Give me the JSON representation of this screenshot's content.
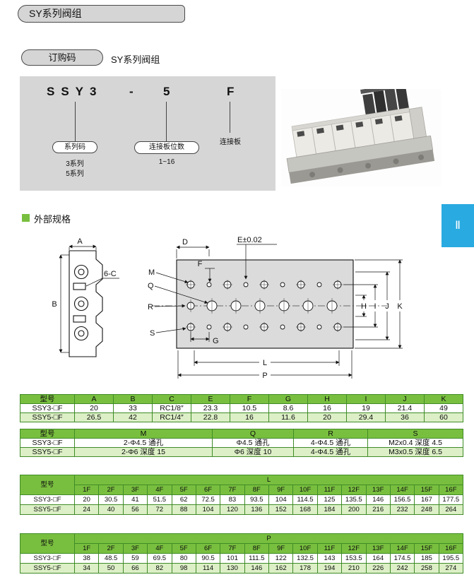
{
  "header": {
    "title": "SY系列阀组",
    "tab_marker": "Ⅱ"
  },
  "order": {
    "badge": "订购码",
    "title": "SY系列阀组",
    "code": {
      "series": "SSY3",
      "dash": "-",
      "positions": "5",
      "plate": "F"
    },
    "series_pill": "系列码",
    "series_options": [
      "3系列",
      "5系列"
    ],
    "positions_pill": "连接板位数",
    "positions_range": "1~16",
    "plate_label": "连接板"
  },
  "spec": {
    "title": "外部规格"
  },
  "drawing": {
    "left": {
      "a": "A",
      "b": "B",
      "c": "6-C"
    },
    "right": {
      "d": "D",
      "e": "E±0.02",
      "f": "F",
      "m": "M",
      "q": "Q",
      "r": "R",
      "s": "S",
      "g": "G",
      "h": "H",
      "i": "I",
      "j": "J",
      "k": "K",
      "l": "L",
      "p": "P"
    }
  },
  "tables": {
    "t1": {
      "header_rows": [
        [
          {
            "t": "型号"
          },
          {
            "t": "A"
          },
          {
            "t": "B"
          },
          {
            "t": "C"
          },
          {
            "t": "E"
          },
          {
            "t": "F"
          },
          {
            "t": "G"
          },
          {
            "t": "H"
          },
          {
            "t": "I"
          },
          {
            "t": "J"
          },
          {
            "t": "K"
          }
        ]
      ],
      "rows": [
        [
          "SSY3-□F",
          "20",
          "33",
          "RC1/8″",
          "23.3",
          "10.5",
          "8.6",
          "16",
          "19",
          "21.4",
          "49"
        ],
        [
          "SSY5-□F",
          "26.5",
          "42",
          "RC1/4″",
          "22.8",
          "16",
          "11.6",
          "20",
          "29.4",
          "36",
          "60"
        ]
      ]
    },
    "t2": {
      "header_rows": [
        [
          {
            "t": "型号"
          },
          {
            "t": "M"
          },
          {
            "t": "Q"
          },
          {
            "t": "R"
          },
          {
            "t": "S"
          }
        ]
      ],
      "rows": [
        [
          "SSY3-□F",
          "2-Φ4.5 通孔",
          "Φ4.5 通孔",
          "4-Φ4.5 通孔",
          "M2x0.4 深度 4.5"
        ],
        [
          "SSY5-□F",
          "2-Φ6 深度 15",
          "Φ6 深度 10",
          "4-Φ4.5 通孔",
          "M3x0.5 深度 6.5"
        ]
      ]
    },
    "t3": {
      "header_rows": [
        [
          {
            "t": "型号",
            "rs": 2
          },
          {
            "t": "L",
            "cs": 16
          }
        ],
        [
          {
            "t": "1F"
          },
          {
            "t": "2F"
          },
          {
            "t": "3F"
          },
          {
            "t": "4F"
          },
          {
            "t": "5F"
          },
          {
            "t": "6F"
          },
          {
            "t": "7F"
          },
          {
            "t": "8F"
          },
          {
            "t": "9F"
          },
          {
            "t": "10F"
          },
          {
            "t": "11F"
          },
          {
            "t": "12F"
          },
          {
            "t": "13F"
          },
          {
            "t": "14F"
          },
          {
            "t": "15F"
          },
          {
            "t": "16F"
          }
        ]
      ],
      "rows": [
        [
          "SSY3-□F",
          "20",
          "30.5",
          "41",
          "51.5",
          "62",
          "72.5",
          "83",
          "93.5",
          "104",
          "114.5",
          "125",
          "135.5",
          "146",
          "156.5",
          "167",
          "177.5"
        ],
        [
          "SSY5-□F",
          "24",
          "40",
          "56",
          "72",
          "88",
          "104",
          "120",
          "136",
          "152",
          "168",
          "184",
          "200",
          "216",
          "232",
          "248",
          "264"
        ]
      ]
    },
    "t4": {
      "header_rows": [
        [
          {
            "t": "型号",
            "rs": 2
          },
          {
            "t": "P",
            "cs": 16
          }
        ],
        [
          {
            "t": "1F"
          },
          {
            "t": "2F"
          },
          {
            "t": "3F"
          },
          {
            "t": "4F"
          },
          {
            "t": "5F"
          },
          {
            "t": "6F"
          },
          {
            "t": "7F"
          },
          {
            "t": "8F"
          },
          {
            "t": "9F"
          },
          {
            "t": "10F"
          },
          {
            "t": "11F"
          },
          {
            "t": "12F"
          },
          {
            "t": "13F"
          },
          {
            "t": "14F"
          },
          {
            "t": "15F"
          },
          {
            "t": "16F"
          }
        ]
      ],
      "rows": [
        [
          "SSY3-□F",
          "38",
          "48.5",
          "59",
          "69.5",
          "80",
          "90.5",
          "101",
          "111.5",
          "122",
          "132.5",
          "143",
          "153.5",
          "164",
          "174.5",
          "185",
          "195.5"
        ],
        [
          "SSY5-□F",
          "34",
          "50",
          "66",
          "82",
          "98",
          "114",
          "130",
          "146",
          "162",
          "178",
          "194",
          "210",
          "226",
          "242",
          "258",
          "274"
        ]
      ]
    }
  },
  "colors": {
    "accent_green": "#79bf3f",
    "table_border": "#3f8c27",
    "row_tint": "#dcefc6",
    "tab_blue": "#29aae1",
    "panel_gray": "#d6d6d6"
  }
}
